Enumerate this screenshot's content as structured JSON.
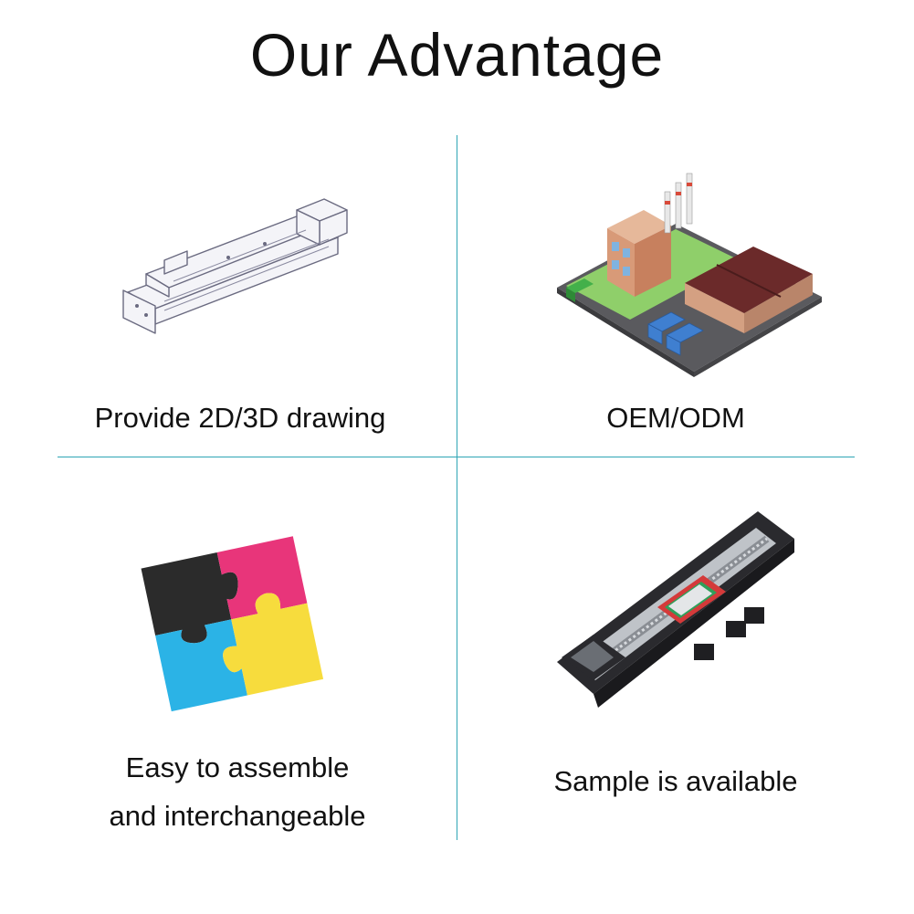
{
  "title": "Our Advantage",
  "items": [
    {
      "label": "Provide 2D/3D drawing",
      "icon": "linear-module-drawing-icon"
    },
    {
      "label": "OEM/ODM",
      "icon": "factory-icon"
    },
    {
      "label_lines": [
        "Easy to assemble",
        "and interchangeable"
      ],
      "icon": "puzzle-icon"
    },
    {
      "label": "Sample is available",
      "icon": "linear-stage-icon"
    }
  ],
  "colors": {
    "divider": "#2ea6b4",
    "puzzle_black": "#2b2b2b",
    "puzzle_magenta": "#e8357a",
    "puzzle_cyan": "#2bb3e6",
    "puzzle_yellow": "#f7dc3d"
  }
}
